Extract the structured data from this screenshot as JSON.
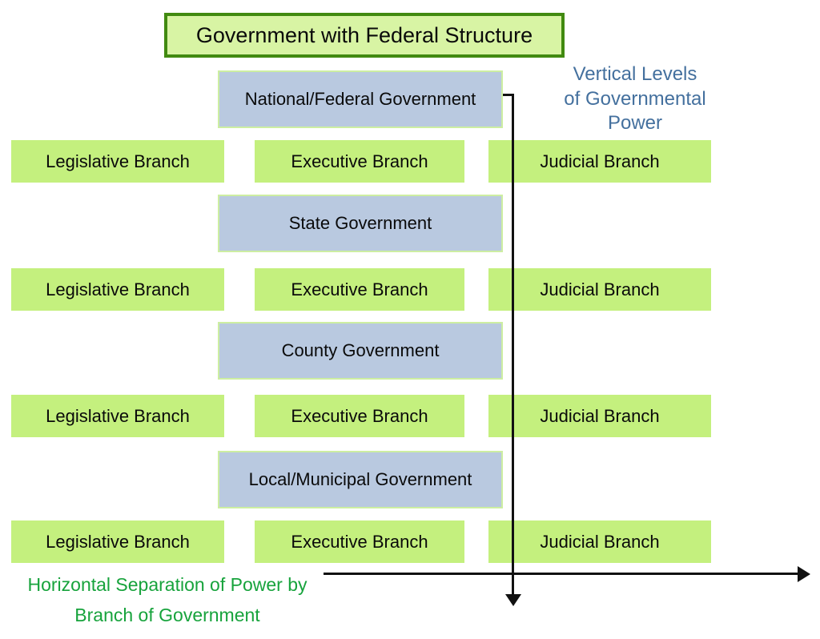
{
  "title": "Government with Federal Structure",
  "vertical_label": {
    "lines": [
      "Vertical Levels",
      "of Governmental",
      "Power"
    ]
  },
  "horizontal_label": {
    "lines": [
      "Horizontal Separation of Power by",
      "Branch of Government"
    ]
  },
  "levels": [
    {
      "name": "National/Federal Government",
      "branches": [
        "Legislative Branch",
        "Executive Branch",
        "Judicial Branch"
      ]
    },
    {
      "name": "State Government",
      "branches": [
        "Legislative Branch",
        "Executive Branch",
        "Judicial Branch"
      ]
    },
    {
      "name": "County Government",
      "branches": [
        "Legislative Branch",
        "Executive Branch",
        "Judicial Branch"
      ]
    },
    {
      "name": "Local/Municipal Government",
      "branches": [
        "Legislative Branch",
        "Executive Branch",
        "Judicial Branch"
      ]
    }
  ],
  "colors": {
    "title_fill": "#d8f4a4",
    "title_border": "#418a10",
    "level_fill": "#b9c9e0",
    "level_border": "#cdeea2",
    "branch_fill": "#c4f07e",
    "vertical_label_text": "#44709e",
    "horizontal_label_text": "#17a33c",
    "arrow": "#111111"
  }
}
